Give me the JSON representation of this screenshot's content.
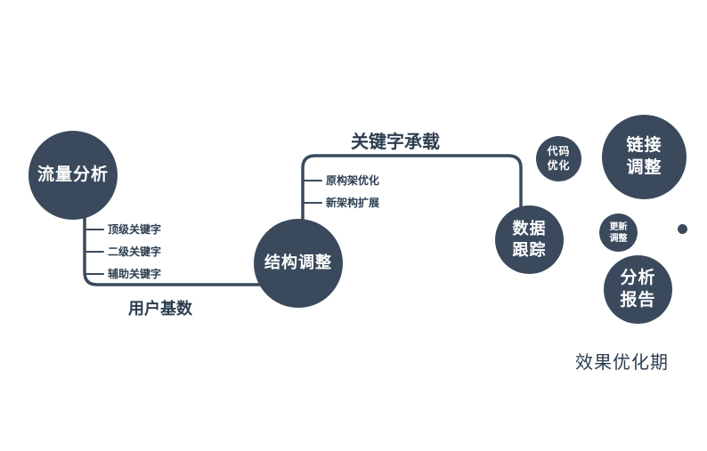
{
  "diagram": {
    "background": "#ffffff",
    "accent_color": "#3a4a5c",
    "text_color": "#2c3e50"
  },
  "nodes": {
    "traffic_analysis": {
      "label": "流量分析"
    },
    "structure_adjustment": {
      "label": "结构调整"
    },
    "data_tracking": {
      "line1": "数据",
      "line2": "跟踪"
    },
    "code_optimization": {
      "line1": "代码",
      "line2": "优化"
    },
    "link_adjustment": {
      "line1": "链接",
      "line2": "调整"
    },
    "update_adjustment": {
      "line1": "更新",
      "line2": "调整"
    },
    "analysis_report": {
      "line1": "分析",
      "line2": "报告"
    }
  },
  "edge_labels": {
    "user_base": "用户基数",
    "keyword_carrying": "关键字承载"
  },
  "branch_labels": {
    "traffic": [
      "顶级关键字",
      "二级关键字",
      "辅助关键字"
    ],
    "structure": [
      "原构架优化",
      "新架构扩展"
    ]
  },
  "caption": "效果优化期"
}
